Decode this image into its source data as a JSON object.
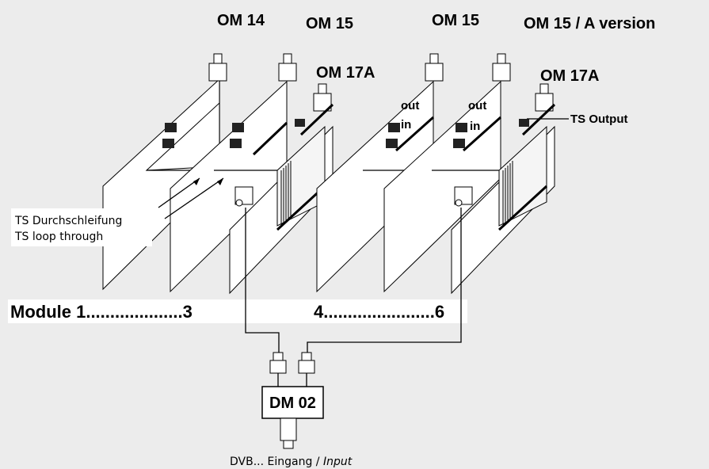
{
  "labels": {
    "om14": "OM 14",
    "om15_a": "OM 15",
    "om15_b": "OM 15",
    "om15_version": "OM 15 / A version",
    "om17a_a": "OM 17A",
    "om17a_b": "OM 17A",
    "out_a": "out",
    "in_a": "in",
    "out_b": "out",
    "in_b": "in",
    "ts_output": "TS Output",
    "loop_de": "TS Durchschleifung",
    "loop_en": "TS loop through",
    "module_1_3": "Module 1....................3",
    "module_4_6": "4.......................6",
    "dm02": "DM 02",
    "input_prefix": "DVB... Eingang / ",
    "input_italic": "Input"
  },
  "colors": {
    "background": "#ececec",
    "board": "#ffffff",
    "line": "#000000",
    "connector": "#222222"
  }
}
